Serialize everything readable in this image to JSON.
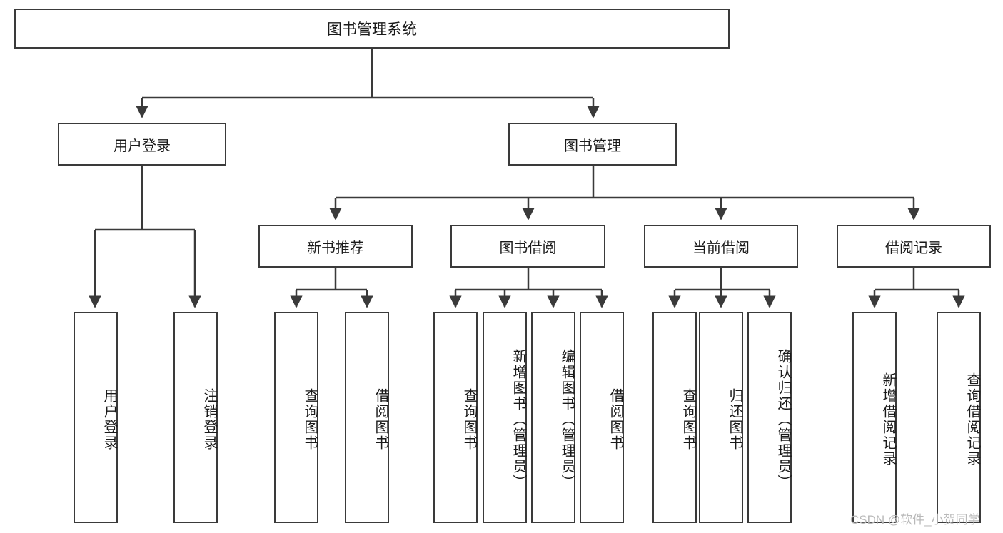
{
  "diagram": {
    "title": "图书管理系统",
    "type": "tree",
    "colors": {
      "box_border": "#3a3a3a",
      "box_fill": "#ffffff",
      "edge": "#3a3a3a",
      "text": "#1a1a1a",
      "watermark": "#b9b9b9",
      "background": "#ffffff"
    },
    "root": {
      "label": "图书管理系统"
    },
    "level2": [
      {
        "label": "用户登录"
      },
      {
        "label": "图书管理"
      }
    ],
    "level3": [
      {
        "label": "新书推荐"
      },
      {
        "label": "图书借阅"
      },
      {
        "label": "当前借阅"
      },
      {
        "label": "借阅记录"
      }
    ],
    "leaves": [
      {
        "label": "用户登录",
        "parent": "用户登录"
      },
      {
        "label": "注销登录",
        "parent": "用户登录"
      },
      {
        "label": "查询图书",
        "parent": "新书推荐"
      },
      {
        "label": "借阅图书",
        "parent": "新书推荐"
      },
      {
        "label": "查询图书",
        "parent": "图书借阅"
      },
      {
        "label": "新增图书（管理员）",
        "parent": "图书借阅"
      },
      {
        "label": "编辑图书（管理员）",
        "parent": "图书借阅"
      },
      {
        "label": "借阅图书",
        "parent": "图书借阅"
      },
      {
        "label": "查询图书",
        "parent": "当前借阅"
      },
      {
        "label": "归还图书",
        "parent": "当前借阅"
      },
      {
        "label": "确认归还（管理员）",
        "parent": "当前借阅"
      },
      {
        "label": "新增借阅记录",
        "parent": "借阅记录"
      },
      {
        "label": "查询借阅记录",
        "parent": "借阅记录"
      }
    ],
    "watermark": "CSDN @软件_小贺同学"
  }
}
